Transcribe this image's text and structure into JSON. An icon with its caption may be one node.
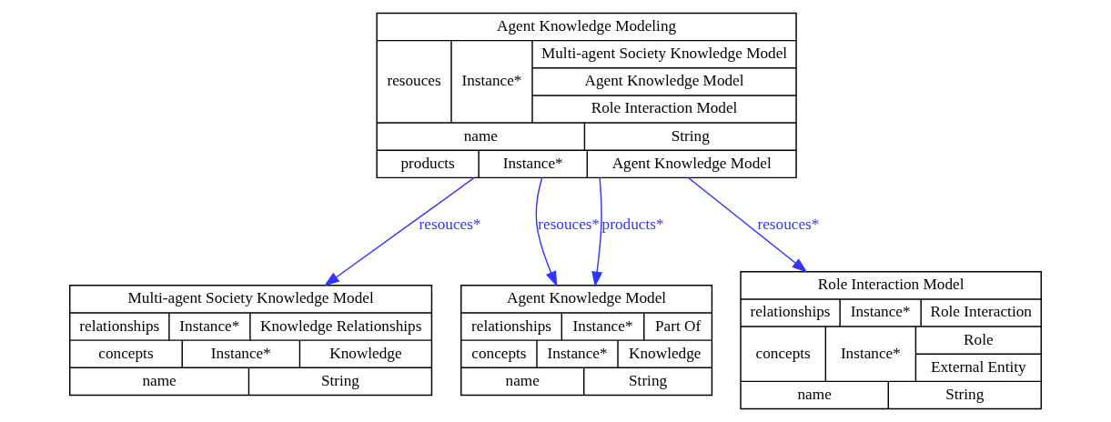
{
  "diagram": {
    "nodes": [
      {
        "text": [
          "Agent Knowledge Modeling",
          "resouces",
          "Instance*",
          "Multi-agent Society Knowledge Model",
          "Agent Knowledge Model",
          "Role Interaction Model",
          "name",
          "String",
          "products",
          "Instance*",
          "Agent Knowledge Model"
        ]
      },
      {
        "text": [
          "Multi-agent Society Knowledge Model",
          "relationships",
          "Instance*",
          "Knowledge Relationships",
          "concepts",
          "Instance*",
          "Knowledge",
          "name",
          "String"
        ]
      },
      {
        "text": [
          "Agent Knowledge Model",
          "relationships",
          "Instance*",
          "Part Of",
          "concepts",
          "Instance*",
          "Knowledge",
          "name",
          "String"
        ]
      },
      {
        "text": [
          "Role Interaction Model",
          "relationships",
          "Instance*",
          "Role Interaction",
          "concepts",
          "Instance*",
          "Role",
          "External Entity",
          "name",
          "String"
        ]
      }
    ],
    "edges": [
      {
        "from": 0,
        "to": 1,
        "arrow": "to",
        "label": "resouces*"
      },
      {
        "from": 0,
        "to": 2,
        "arrow": "to",
        "label": "resouces*"
      },
      {
        "from": 0,
        "to": 2,
        "arrow": "to",
        "label": "products*"
      },
      {
        "from": 0,
        "to": 3,
        "arrow": "to",
        "label": "resouces*"
      }
    ]
  }
}
